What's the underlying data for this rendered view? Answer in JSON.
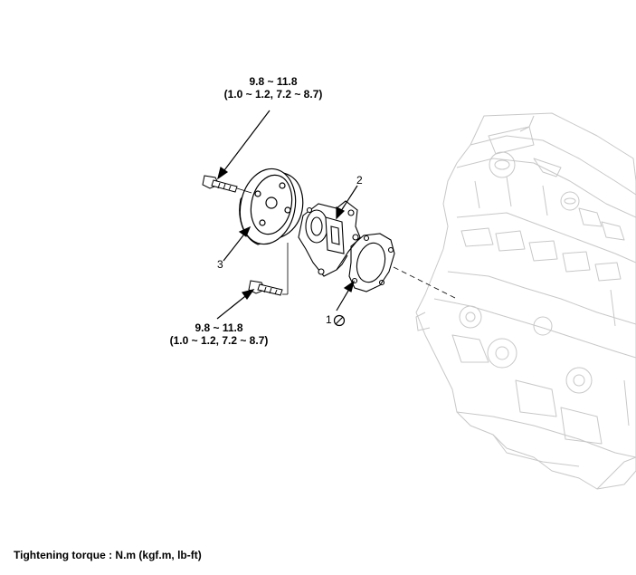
{
  "torque_top": {
    "line1": "9.8 ~ 11.8",
    "line2": "(1.0 ~ 1.2, 7.2 ~ 8.7)"
  },
  "torque_bottom": {
    "line1": "9.8 ~ 11.8",
    "line2": "(1.0 ~ 1.2, 7.2 ~ 8.7)"
  },
  "callouts": {
    "gasket": "1",
    "water_pump": "2",
    "pulley": "3"
  },
  "caption": "Tightening torque : N.m (kgf.m, lb-ft)",
  "colors": {
    "ink": "#000000",
    "engine_outline": "#c8c8c8"
  }
}
